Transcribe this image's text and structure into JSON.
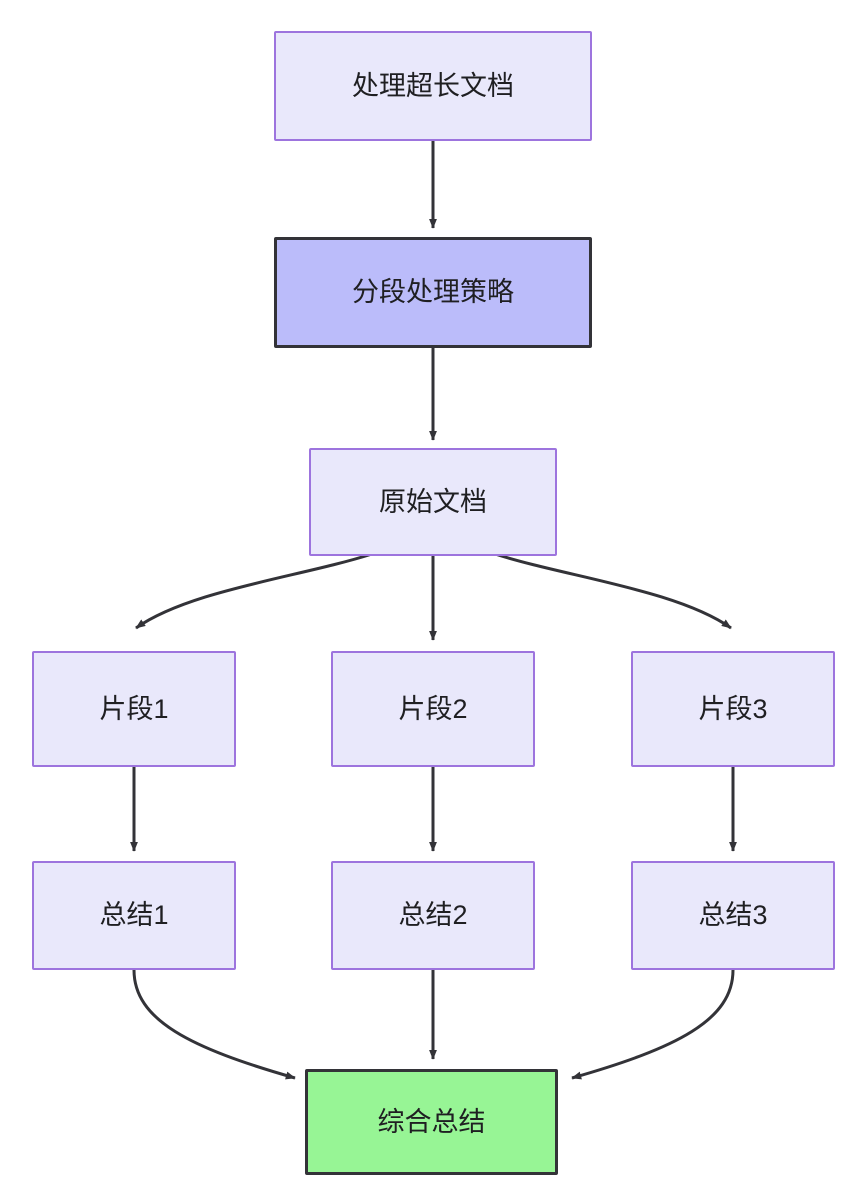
{
  "diagram": {
    "type": "flowchart",
    "direction": "top-to-bottom",
    "background_color": "#ffffff",
    "edge_color": "#333338",
    "styles": {
      "default_fill": "#E9E8FB",
      "default_stroke": "#9D74DE",
      "highlight_fill": "#BBBCFA",
      "highlight_stroke": "#333338",
      "result_fill": "#97F595",
      "result_stroke": "#333338"
    },
    "nodes": [
      {
        "id": "root",
        "label": "处理超长文档",
        "style": "default"
      },
      {
        "id": "strategy",
        "label": "分段处理策略",
        "style": "highlight"
      },
      {
        "id": "source",
        "label": "原始文档",
        "style": "default"
      },
      {
        "id": "chunk1",
        "label": "片段1",
        "style": "default"
      },
      {
        "id": "chunk2",
        "label": "片段2",
        "style": "default"
      },
      {
        "id": "chunk3",
        "label": "片段3",
        "style": "default"
      },
      {
        "id": "summary1",
        "label": "总结1",
        "style": "default"
      },
      {
        "id": "summary2",
        "label": "总结2",
        "style": "default"
      },
      {
        "id": "summary3",
        "label": "总结3",
        "style": "default"
      },
      {
        "id": "final",
        "label": "综合总结",
        "style": "result"
      }
    ],
    "edges": [
      {
        "from": "root",
        "to": "strategy"
      },
      {
        "from": "strategy",
        "to": "source"
      },
      {
        "from": "source",
        "to": "chunk1"
      },
      {
        "from": "source",
        "to": "chunk2"
      },
      {
        "from": "source",
        "to": "chunk3"
      },
      {
        "from": "chunk1",
        "to": "summary1"
      },
      {
        "from": "chunk2",
        "to": "summary2"
      },
      {
        "from": "chunk3",
        "to": "summary3"
      },
      {
        "from": "summary1",
        "to": "final"
      },
      {
        "from": "summary2",
        "to": "final"
      },
      {
        "from": "summary3",
        "to": "final"
      }
    ]
  }
}
